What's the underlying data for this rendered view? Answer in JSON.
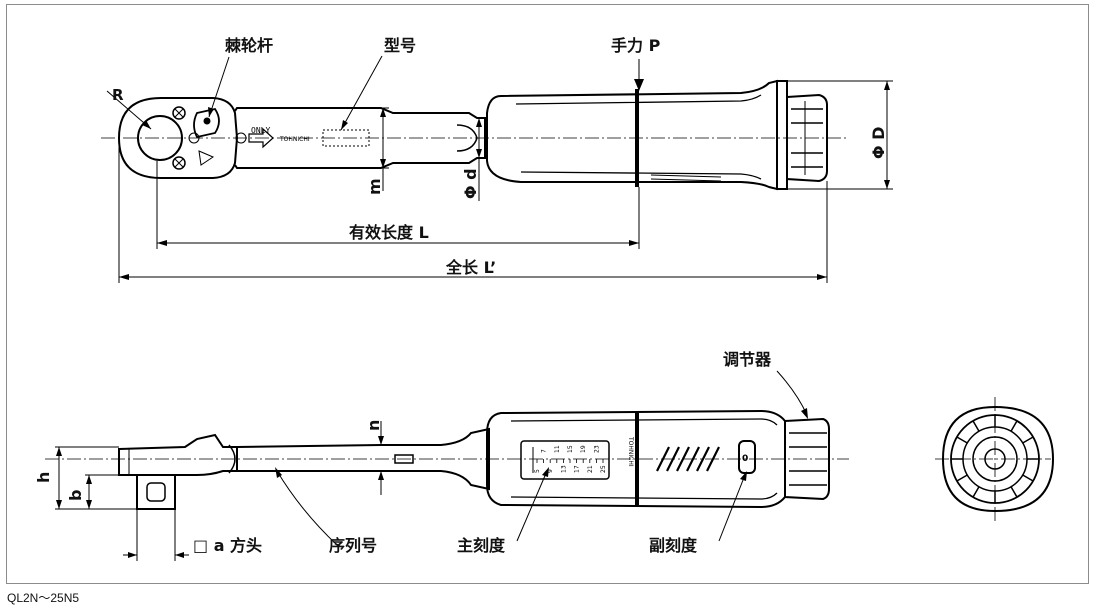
{
  "caption": "QL2N～25N5",
  "labels": {
    "ratchet_lever": "棘轮杆",
    "model": "型号",
    "hand_force": "手力 P",
    "radius": "R",
    "dim_m": "m",
    "dim_phi_d": "Φ d",
    "dim_phi_D": "Φ D",
    "effective_length": "有效长度 L",
    "overall_length": "全长 L’",
    "adjuster": "调节器",
    "dim_n": "n",
    "dim_h": "h",
    "dim_b": "b",
    "square_drive": "□ a  方头",
    "serial_number": "序列号",
    "main_scale": "主刻度",
    "sub_scale": "副刻度"
  },
  "marks": {
    "only": "ONLY",
    "brand": "TOHNICHI"
  },
  "main_scale": {
    "ticks": [
      "5",
      "7",
      "9",
      "11",
      "13",
      "15",
      "17",
      "19",
      "21",
      "23",
      "25"
    ]
  },
  "sub_scale": {
    "value": "0"
  }
}
